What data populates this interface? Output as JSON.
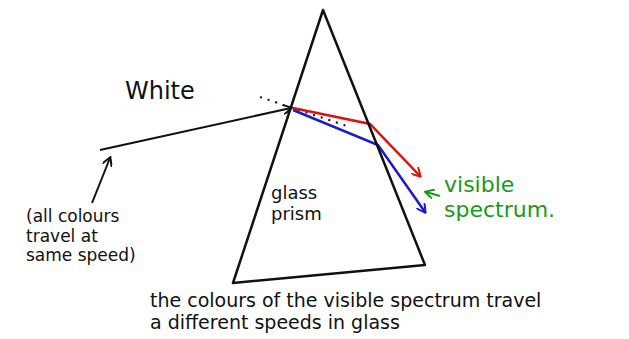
{
  "diagram": {
    "nodes": [
      {
        "text": [
          "glass prism"
        ]
      }
    ],
    "labels": [
      "White",
      "visible spectrum.",
      "(all colours travel at same speed)",
      "the colours of the visible spectrum travel a different speeds in glass"
    ]
  }
}
